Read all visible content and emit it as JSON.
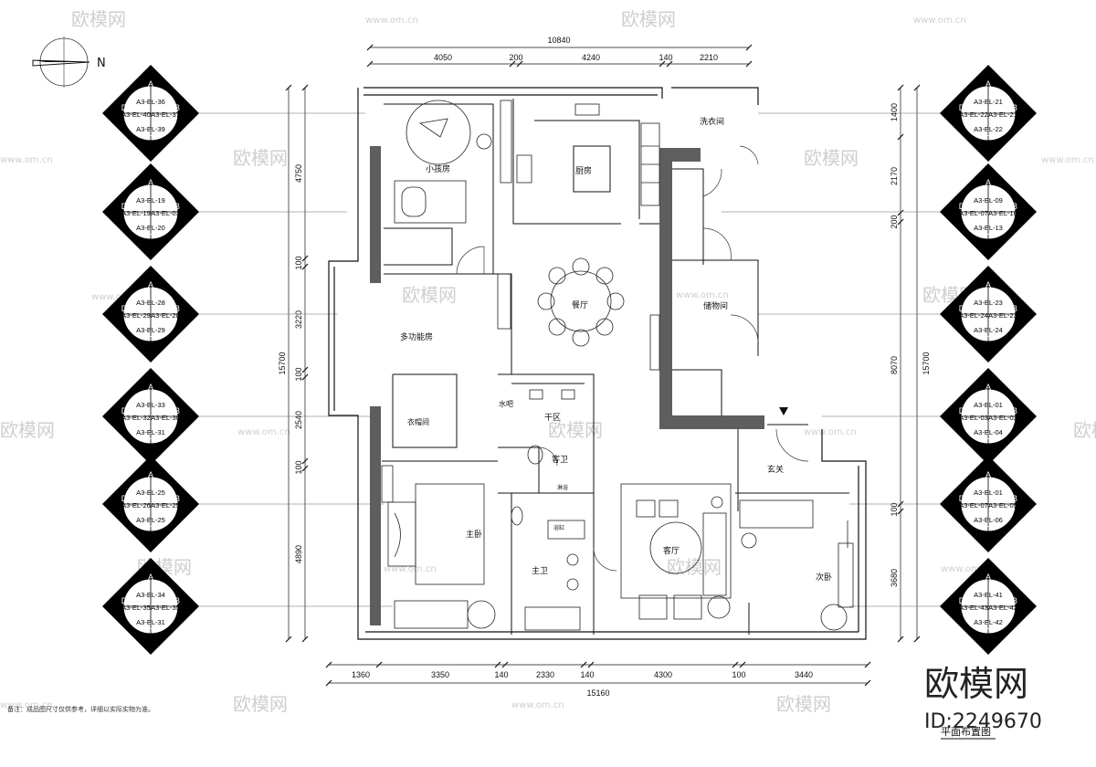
{
  "north": {
    "label": "N"
  },
  "dims_top": {
    "total": "10840",
    "segments": [
      "4050",
      "200",
      "4240",
      "140",
      "2210"
    ]
  },
  "dims_bottom": {
    "total": "15160",
    "segments": [
      "1360",
      "3350",
      "140",
      "2330",
      "140",
      "4300",
      "100",
      "3440"
    ]
  },
  "dims_left": {
    "total": "15700",
    "segments": [
      "4750",
      "100",
      "3220",
      "100",
      "2540",
      "100",
      "4890"
    ]
  },
  "dims_right": {
    "total": "15700",
    "segments": [
      "1400",
      "2170",
      "200",
      "8070",
      "100",
      "3680"
    ]
  },
  "rooms": [
    {
      "label": "小孩房"
    },
    {
      "label": "厨房"
    },
    {
      "label": "洗衣间"
    },
    {
      "label": "餐厅"
    },
    {
      "label": "储物间"
    },
    {
      "label": "多功能房"
    },
    {
      "label": "衣帽间"
    },
    {
      "label": "水吧"
    },
    {
      "label": "干区"
    },
    {
      "label": "客卫"
    },
    {
      "label": "淋浴"
    },
    {
      "label": "浴缸"
    },
    {
      "label": "主卧"
    },
    {
      "label": "主卫"
    },
    {
      "label": "客厅"
    },
    {
      "label": "玄关"
    },
    {
      "label": "次卧"
    }
  ],
  "markers_left": [
    {
      "A": "A",
      "B": "B",
      "C": "C",
      "D": "D",
      "a": "A3-EL-36",
      "b": "A3-EL-37",
      "c": "A3-EL-39",
      "d": "A3-EL-40"
    },
    {
      "A": "A",
      "B": "B",
      "C": "C",
      "D": "D",
      "a": "A3-EL-19",
      "b": "A3-EL-03",
      "c": "A3-EL-20",
      "d": "A3-EL-19"
    },
    {
      "A": "A",
      "B": "B",
      "C": "C",
      "D": "D",
      "a": "A3-EL-28",
      "b": "A3-EL-28",
      "c": "A3-EL-29",
      "d": "A3-EL-29"
    },
    {
      "A": "A",
      "B": "B",
      "C": "C",
      "D": "D",
      "a": "A3-EL-33",
      "b": "A3-EL-30",
      "c": "A3-EL-31",
      "d": "A3-EL-32"
    },
    {
      "A": "A",
      "B": "B",
      "C": "C",
      "D": "D",
      "a": "A3-EL-25",
      "b": "A3-EL-25",
      "c": "A3-EL-25",
      "d": "A3-EL-26"
    },
    {
      "A": "A",
      "B": "B",
      "C": "C",
      "D": "D",
      "a": "A3-EL-34",
      "b": "A3-EL-35",
      "c": "A3-EL-31",
      "d": "A3-EL-35"
    }
  ],
  "markers_right": [
    {
      "A": "A",
      "B": "B",
      "C": "C",
      "D": "D",
      "a": "A3-EL-21",
      "b": "A3-EL-21",
      "c": "A3-EL-22",
      "d": "A3-EL-22"
    },
    {
      "A": "A",
      "B": "B",
      "C": "C",
      "D": "D",
      "a": "A3-EL-09",
      "b": "A3-EL-10",
      "c": "A3-EL-13",
      "d": "A3-EL-07"
    },
    {
      "A": "A",
      "B": "B",
      "C": "C",
      "D": "D",
      "a": "A3-EL-23",
      "b": "A3-EL-23",
      "c": "A3-EL-24",
      "d": "A3-EL-24"
    },
    {
      "A": "A",
      "B": "B",
      "C": "C",
      "D": "D",
      "a": "A3-EL-01",
      "b": "A3-EL-03",
      "c": "A3-EL-04",
      "d": "A3-EL-03"
    },
    {
      "A": "A",
      "B": "B",
      "C": "C",
      "D": "D",
      "a": "A3-EL-01",
      "b": "A3-EL-05",
      "c": "A3-EL-06",
      "d": "A3-EL-07"
    },
    {
      "A": "A",
      "B": "B",
      "C": "C",
      "D": "D",
      "a": "A3-EL-41",
      "b": "A3-EL-42",
      "c": "A3-EL-42",
      "d": "A3-EL-43"
    }
  ],
  "footer": {
    "note": "备注：成品图尺寸仅供参考，详细以实际实物为准。",
    "title": "平面布置图"
  },
  "watermark": {
    "brand": "欧模网",
    "url": "www.om.cn",
    "id": "ID:2249670"
  }
}
